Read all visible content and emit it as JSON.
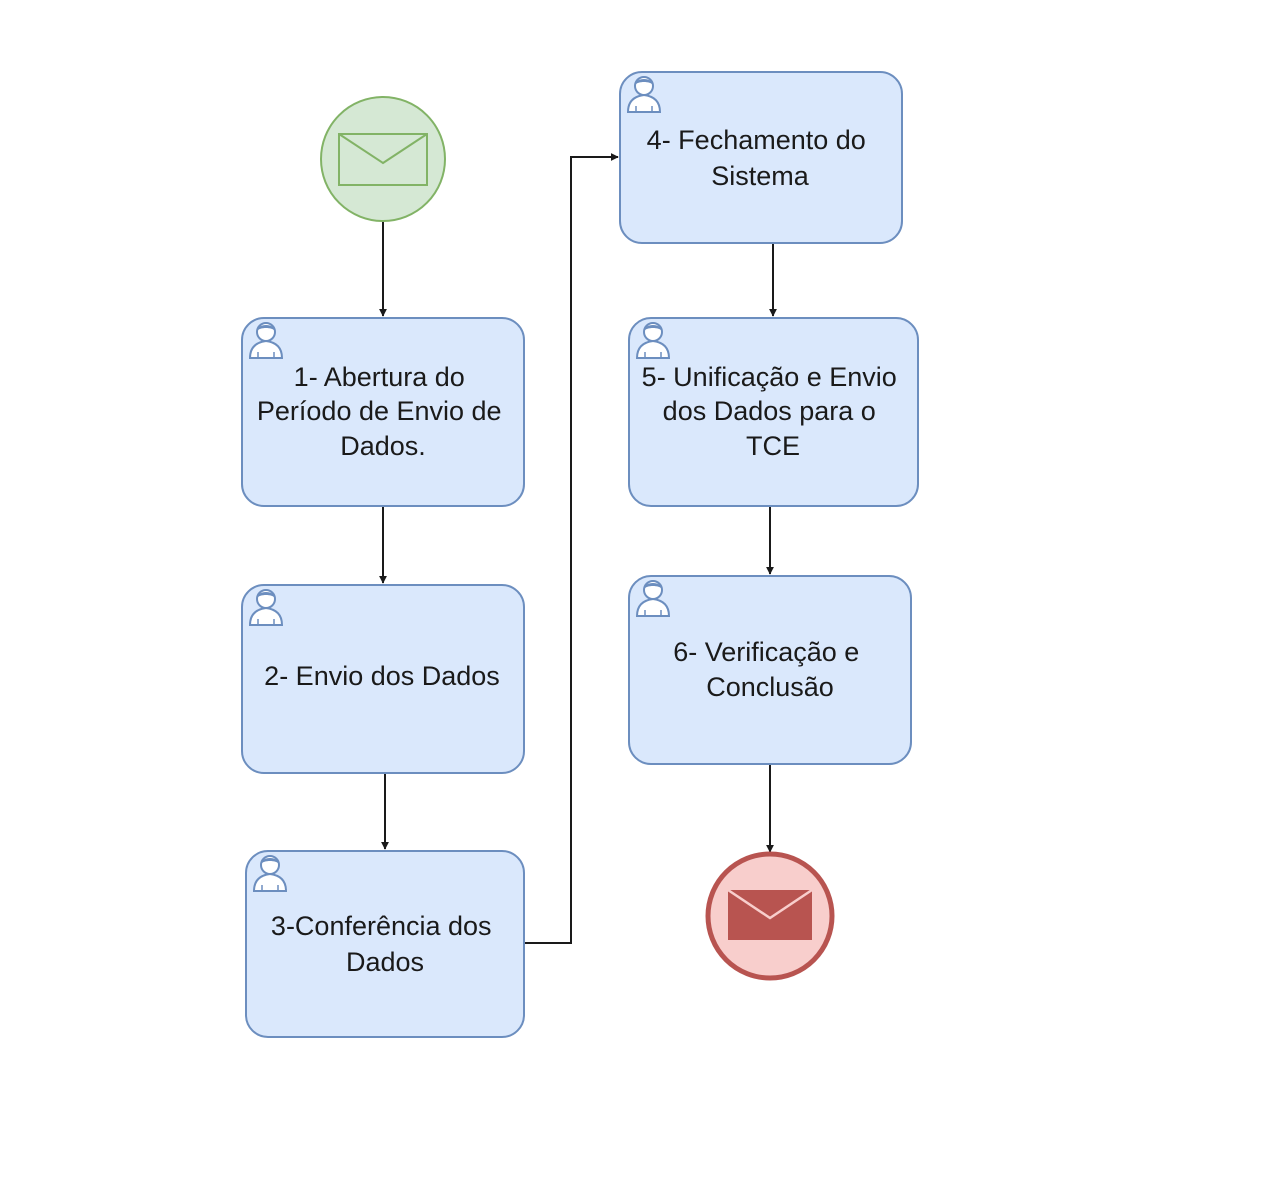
{
  "colors": {
    "task_fill": "#dae8fc",
    "task_stroke": "#6c8ebf",
    "start_fill": "#d5e8d4",
    "start_stroke": "#82b366",
    "end_fill": "#f8cecc",
    "end_stroke": "#b85450",
    "end_envelope": "#b85450",
    "connector": "#1a1a1a"
  },
  "start_event": {
    "icon": "envelope-icon"
  },
  "end_event": {
    "icon": "envelope-filled-icon"
  },
  "tasks": [
    {
      "id": "task-1",
      "icon": "user-icon",
      "lines": [
        "1- Abertura do",
        "Período de Envio de",
        "Dados."
      ]
    },
    {
      "id": "task-2",
      "icon": "user-icon",
      "lines": [
        "2- Envio dos Dados"
      ]
    },
    {
      "id": "task-3",
      "icon": "user-icon",
      "lines": [
        "3-Conferência dos",
        "Dados"
      ]
    },
    {
      "id": "task-4",
      "icon": "user-icon",
      "lines": [
        "4- Fechamento do",
        "Sistema"
      ]
    },
    {
      "id": "task-5",
      "icon": "user-icon",
      "lines": [
        "5- Unificação e Envio",
        "dos Dados para o",
        "TCE"
      ]
    },
    {
      "id": "task-6",
      "icon": "user-icon",
      "lines": [
        "6- Verificação e",
        "Conclusão"
      ]
    }
  ]
}
